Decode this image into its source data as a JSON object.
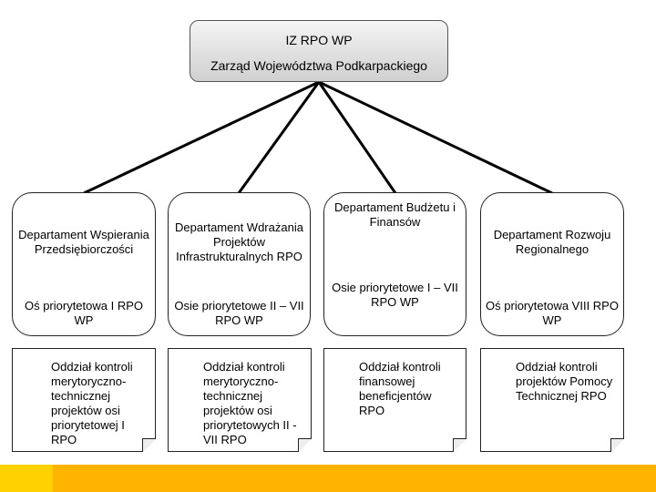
{
  "top": {
    "title": "IZ RPO WP",
    "subtitle": "Zarząd Województwa Podkarpackiego"
  },
  "departments": [
    {
      "name": "Departament Wspierania Przedsiębiorczości",
      "axis": "Oś priorytetowa I RPO WP",
      "note": "Oddział kontroli merytoryczno-technicznej projektów osi priorytetowej I RPO"
    },
    {
      "name": "Departament Wdrażania Projektów Infrastrukturalnych RPO",
      "axis": "Osie priorytetowe II – VII RPO WP",
      "note": "Oddział kontroli merytoryczno-technicznej projektów osi priorytetowych II - VII RPO"
    },
    {
      "name": "Departament Budżetu i Finansów",
      "axis": "Osie priorytetowe I – VII RPO WP",
      "note": "Oddział kontroli finansowej beneficjentów RPO"
    },
    {
      "name": "Departament Rozwoju Regionalnego",
      "axis": "Oś priorytetowa VIII RPO WP",
      "note": "Oddział kontroli projektów Pomocy Technicznej RPO"
    }
  ],
  "colors": {
    "stripe_left": "#ffd100",
    "stripe_right": "#ffb400"
  }
}
